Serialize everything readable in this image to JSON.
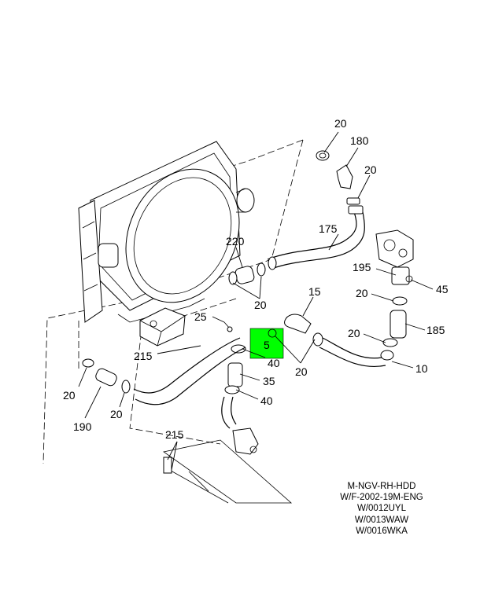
{
  "callouts": {
    "c20_top": "20",
    "c180": "180",
    "c20_upper_right": "20",
    "c175": "175",
    "c220": "220",
    "c20_under_220": "20",
    "c195": "195",
    "c45": "45",
    "c15": "15",
    "c20_mid_right": "20",
    "c185": "185",
    "c20_lower_right": "20",
    "c10": "10",
    "c25": "25",
    "c5": "5",
    "c40_upper": "40",
    "c20_center": "20",
    "c215_left": "215",
    "c35": "35",
    "c40_lower": "40",
    "c20_left": "20",
    "c20_left_lower": "20",
    "c190": "190",
    "c215_bottom": "215"
  },
  "highlight": {
    "color": "#00ff00",
    "part": "5"
  },
  "notes": [
    "M-NGV-RH-HDD",
    "W/F-2002-19M-ENG",
    "W/0012UYL",
    "W/0013WAW",
    "W/0016WKA"
  ]
}
